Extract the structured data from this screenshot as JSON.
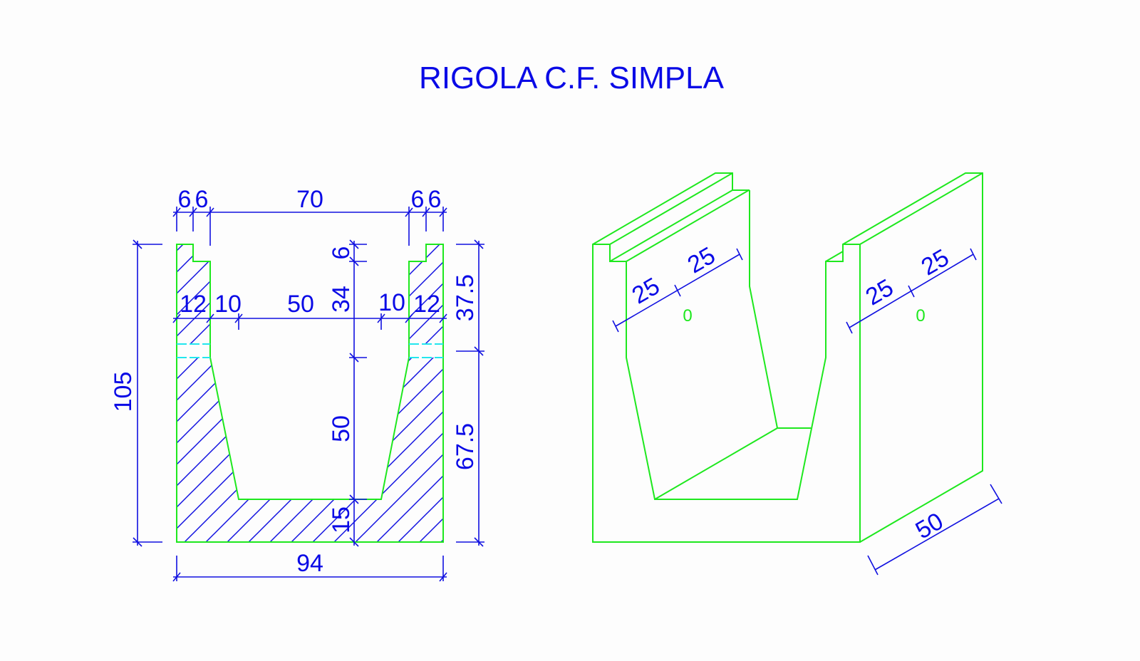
{
  "title": "RIGOLA C.F. SIMPLA",
  "colors": {
    "dimension": "#1010e0",
    "outline": "#1ee81e",
    "hidden": "#22e6ee"
  },
  "section": {
    "top_dims": [
      "6",
      "6",
      "70",
      "6",
      "6"
    ],
    "mid_dims": [
      "12",
      "10",
      "50",
      "10",
      "12"
    ],
    "center_vertical_dims": [
      "6",
      "34",
      "50",
      "15"
    ],
    "left_height": "105",
    "right_dims": [
      "37.5",
      "67.5"
    ],
    "bottom_width": "94"
  },
  "isometric": {
    "left_wall_dims": [
      "25",
      "25"
    ],
    "right_wall_dims": [
      "25",
      "25"
    ],
    "left_mark": "0",
    "right_mark": "0",
    "length": "50"
  }
}
